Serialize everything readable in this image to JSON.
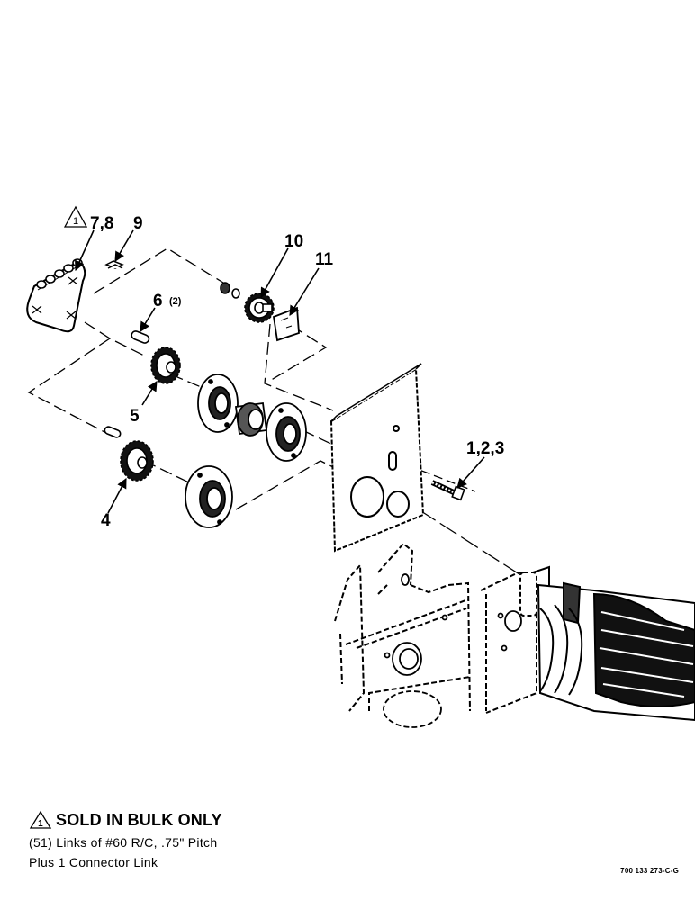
{
  "diagram": {
    "callouts": {
      "chain": "7,8",
      "connector": "9",
      "drive_sprocket": "10",
      "spacer_plate": "11",
      "key": "6",
      "key_qty": "(2)",
      "upper_sprocket": "5",
      "lower_sprocket": "4",
      "bolts": "1,2,3"
    },
    "triangle_marker": "1"
  },
  "note": {
    "marker": "1",
    "title": "SOLD IN BULK ONLY",
    "line1": "(51) Links of #60 R/C, .75\" Pitch",
    "line2": "Plus 1 Connector Link"
  },
  "reference_code": "700 133 273-C-G"
}
